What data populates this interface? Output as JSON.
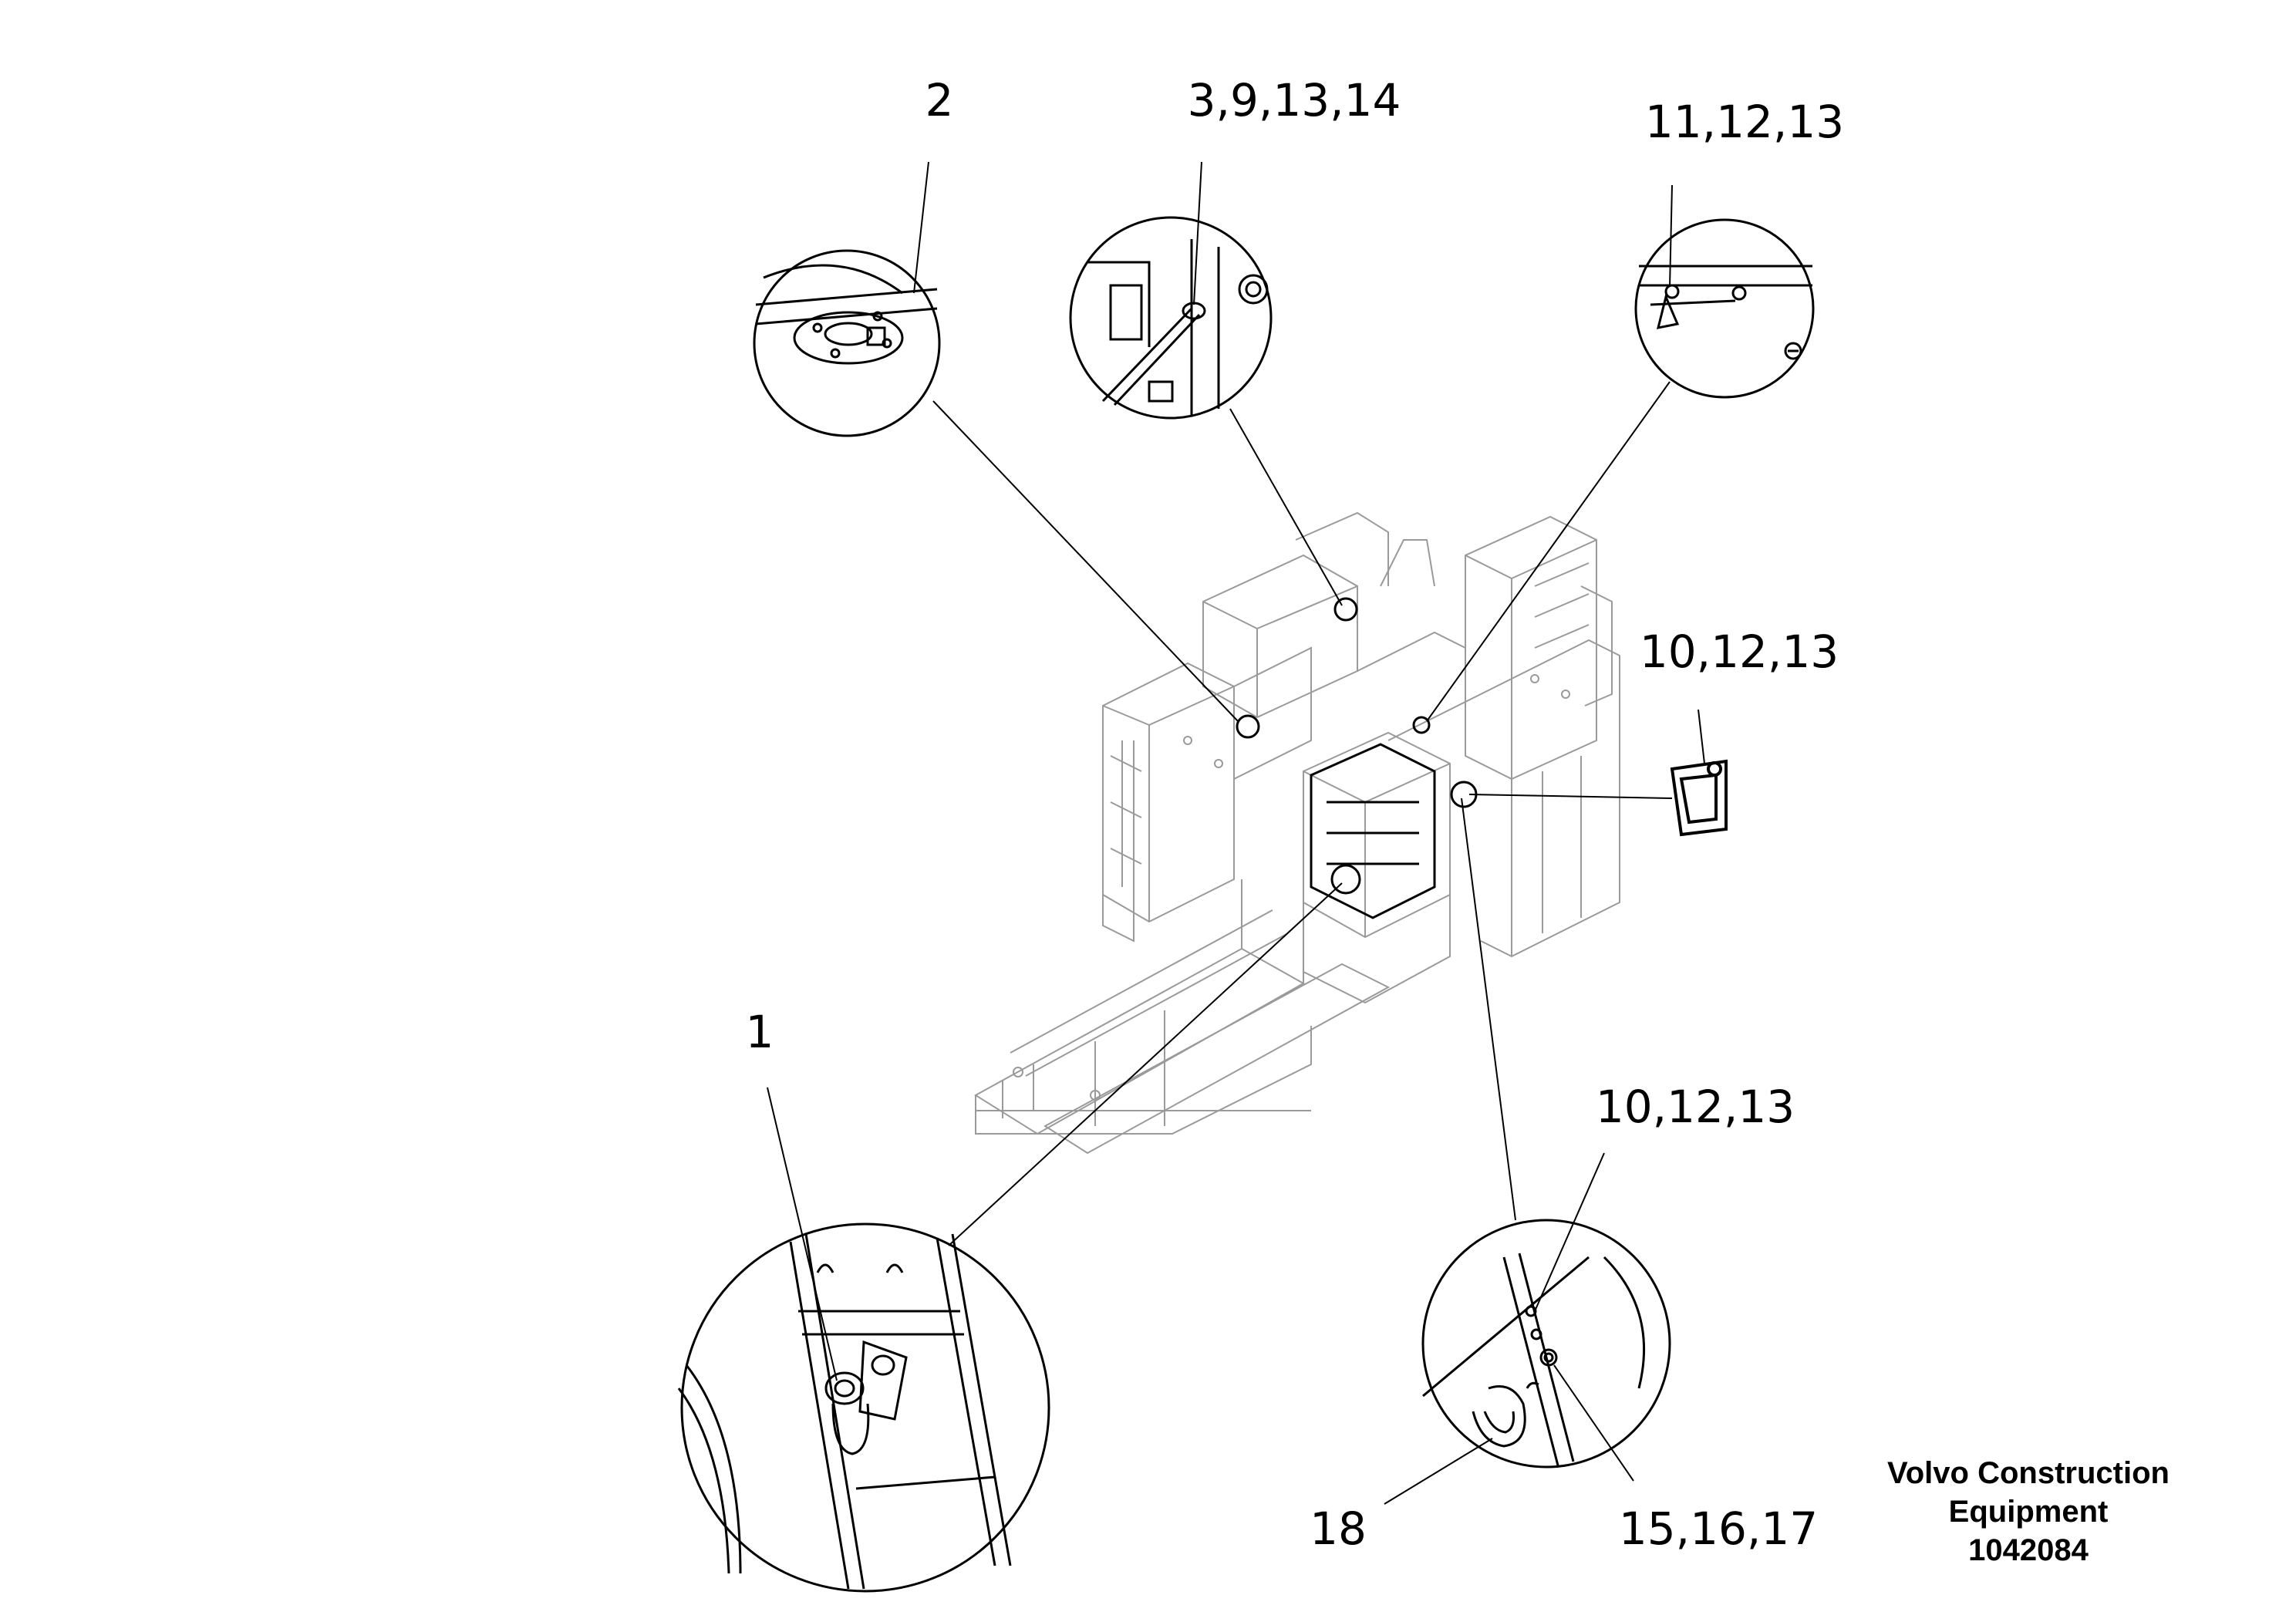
{
  "callouts": {
    "c_2": "2",
    "c_3_9_13_14": "3,9,13,14",
    "c_11_12_13": "11,12,13",
    "c_10_12_13_upper": "10,12,13",
    "c_1": "1",
    "c_10_12_13_lower": "10,12,13",
    "c_18": "18",
    "c_15_16_17": "15,16,17"
  },
  "caption": {
    "company": "Volvo Construction",
    "company_line2": "Equipment",
    "drawing_number": "1042084"
  },
  "colors": {
    "line": "#000000",
    "light_line": "#8a8a8a",
    "background": "#ffffff"
  }
}
